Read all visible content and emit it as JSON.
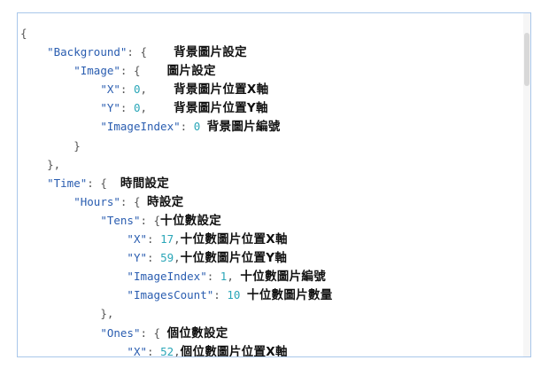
{
  "lines": [
    {
      "indent": "",
      "key": "",
      "mid": "{",
      "num": "",
      "post": "",
      "comment": ""
    },
    {
      "indent": "    ",
      "key": "\"Background\"",
      "mid": ": {    ",
      "num": "",
      "post": "",
      "comment": "背景圖片設定"
    },
    {
      "indent": "        ",
      "key": "\"Image\"",
      "mid": ": {    ",
      "num": "",
      "post": "",
      "comment": "圖片設定"
    },
    {
      "indent": "            ",
      "key": "\"X\"",
      "mid": ": ",
      "num": "0",
      "post": ",    ",
      "comment": "背景圖片位置X軸"
    },
    {
      "indent": "            ",
      "key": "\"Y\"",
      "mid": ": ",
      "num": "0",
      "post": ",    ",
      "comment": "背景圖片位置Y軸"
    },
    {
      "indent": "            ",
      "key": "\"ImageIndex\"",
      "mid": ": ",
      "num": "0",
      "post": " ",
      "comment": "背景圖片編號"
    },
    {
      "indent": "        ",
      "key": "",
      "mid": "}",
      "num": "",
      "post": "",
      "comment": ""
    },
    {
      "indent": "    ",
      "key": "",
      "mid": "},",
      "num": "",
      "post": "",
      "comment": ""
    },
    {
      "indent": "    ",
      "key": "\"Time\"",
      "mid": ": {  ",
      "num": "",
      "post": "",
      "comment": "時間設定"
    },
    {
      "indent": "        ",
      "key": "\"Hours\"",
      "mid": ": { ",
      "num": "",
      "post": "",
      "comment": "時設定"
    },
    {
      "indent": "            ",
      "key": "\"Tens\"",
      "mid": ": {",
      "num": "",
      "post": "",
      "comment": "十位數設定"
    },
    {
      "indent": "                ",
      "key": "\"X\"",
      "mid": ": ",
      "num": "17",
      "post": ",",
      "comment": "十位數圖片位置X軸"
    },
    {
      "indent": "                ",
      "key": "\"Y\"",
      "mid": ": ",
      "num": "59",
      "post": ",",
      "comment": "十位數圖片位置Y軸"
    },
    {
      "indent": "                ",
      "key": "\"ImageIndex\"",
      "mid": ": ",
      "num": "1",
      "post": ", ",
      "comment": "十位數圖片編號"
    },
    {
      "indent": "                ",
      "key": "\"ImagesCount\"",
      "mid": ": ",
      "num": "10",
      "post": " ",
      "comment": "十位數圖片數量"
    },
    {
      "indent": "            ",
      "key": "",
      "mid": "},",
      "num": "",
      "post": "",
      "comment": ""
    },
    {
      "indent": "            ",
      "key": "\"Ones\"",
      "mid": ": { ",
      "num": "",
      "post": "",
      "comment": "個位數設定"
    },
    {
      "indent": "                ",
      "key": "\"X\"",
      "mid": ": ",
      "num": "52",
      "post": ",",
      "comment": "個位數圖片位置X軸"
    }
  ]
}
